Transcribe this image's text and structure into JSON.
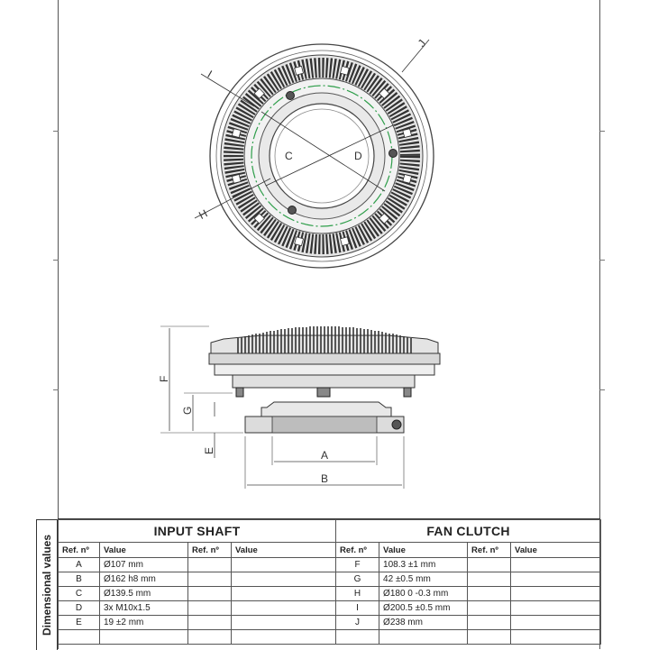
{
  "drawing": {
    "top_view_labels": {
      "c": "C",
      "d": "D",
      "h": "H",
      "i": "I",
      "j": "J"
    },
    "side_view_labels": {
      "f": "F",
      "g": "G",
      "e": "E",
      "a": "A",
      "b": "B"
    }
  },
  "table": {
    "vertical_title": "Dimensional values",
    "sections": [
      "INPUT SHAFT",
      "FAN CLUTCH"
    ],
    "column_headers": [
      "Ref. nº",
      "Value",
      "Ref. nº",
      "Value",
      "Ref. nº",
      "Value",
      "Ref. nº",
      "Value"
    ],
    "input_shaft": [
      {
        "ref": "A",
        "value": "Ø107 mm"
      },
      {
        "ref": "B",
        "value": "Ø162 h8 mm"
      },
      {
        "ref": "C",
        "value": "Ø139.5 mm"
      },
      {
        "ref": "D",
        "value": "3x M10x1.5"
      },
      {
        "ref": "E",
        "value": "19 ±2 mm"
      }
    ],
    "fan_clutch": [
      {
        "ref": "F",
        "value": "108.3 ±1 mm"
      },
      {
        "ref": "G",
        "value": "42 ±0.5 mm"
      },
      {
        "ref": "H",
        "value": "Ø180 0 -0.3 mm"
      },
      {
        "ref": "I",
        "value": "Ø200.5 ±0.5 mm"
      },
      {
        "ref": "J",
        "value": "Ø238 mm"
      }
    ]
  }
}
